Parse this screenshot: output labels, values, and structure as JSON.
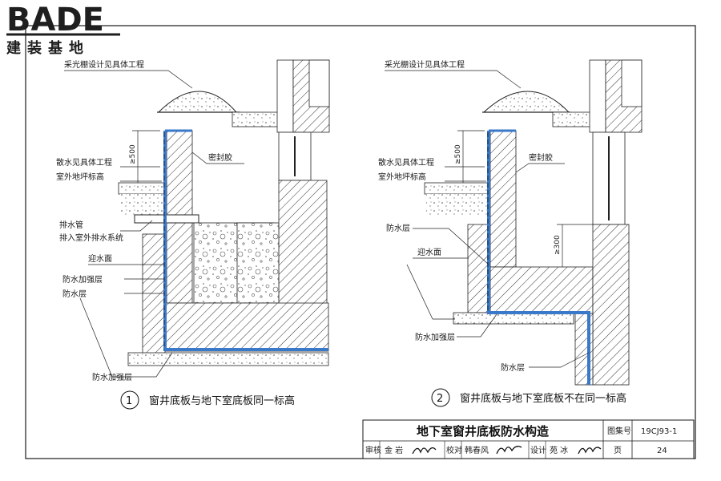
{
  "logo": {
    "brand": "BADE",
    "subtitle": "建装基地"
  },
  "detail1": {
    "skylight": "采光棚设计见具体工程",
    "apron": "散水见具体工程",
    "grade": "室外地坪标高",
    "sealant": "密封胶",
    "drain_line1": "排水管",
    "drain_line2": "排入室外排水系统",
    "water_face": "迎水面",
    "reinforce": "防水加强层",
    "membrane": "防水层",
    "reinforce_bottom": "防水加强层",
    "dim": "≥500",
    "caption_no": "1",
    "caption": "窗井底板与地下室底板同一标高"
  },
  "detail2": {
    "skylight": "采光棚设计见具体工程",
    "apron": "散水见具体工程",
    "grade": "室外地坪标高",
    "sealant": "密封胶",
    "membrane": "防水层",
    "water_face": "迎水面",
    "reinforce": "防水加强层",
    "membrane_bottom": "防水层",
    "dim1": "≥500",
    "dim2": "≥300",
    "caption_no": "2",
    "caption": "窗井底板与地下室底板不在同一标高"
  },
  "title_block": {
    "title": "地下室窗井底板防水构造",
    "atlas_label": "图集号",
    "atlas_no": "19CJ93-1",
    "review_label": "审核",
    "review_name": "金 岩",
    "check_label": "校对",
    "check_name": "韩春风",
    "design_label": "设计",
    "design_name": "苑 冰",
    "page_label": "页",
    "page_no": "24"
  },
  "colors": {
    "membrane": "#3a78c9",
    "line": "#1a1a1a"
  }
}
